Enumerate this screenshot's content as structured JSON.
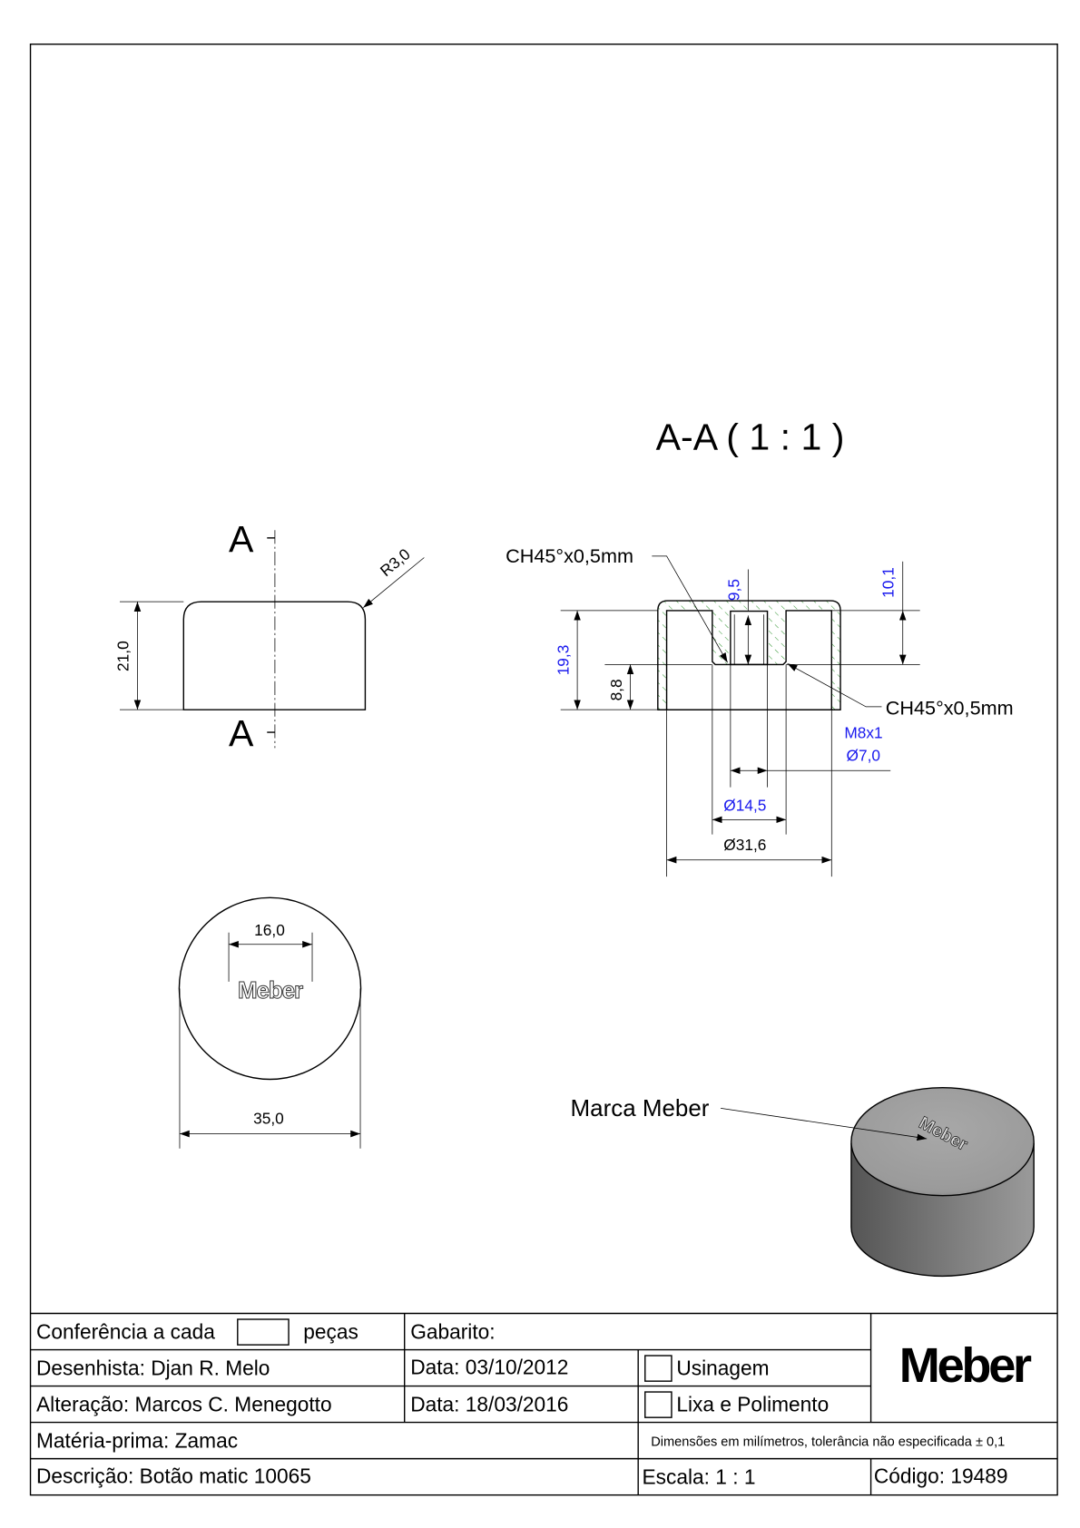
{
  "section": {
    "title": "A-A ( 1 : 1 )",
    "chamfer_top": "CH45°x0,5mm",
    "chamfer_bottom": "CH45°x0,5mm",
    "dim_9_5": "9,5",
    "dim_10_1": "10,1",
    "dim_19_3": "19,3",
    "dim_8_8": "8,8",
    "thread": "M8x1",
    "dia_7": "Ø7,0",
    "dia_14_5": "Ø14,5",
    "dia_31_6": "Ø31,6"
  },
  "front_view": {
    "section_label_top": "A",
    "section_label_bottom": "A",
    "height": "21,0",
    "radius": "R3,0"
  },
  "top_view": {
    "logo_width": "16,0",
    "diameter": "35,0",
    "engraving": "Meber"
  },
  "iso_view": {
    "callout": "Marca Meber",
    "engraving": "Meber"
  },
  "title_block": {
    "check_prefix": "Conferência a cada",
    "check_value": "",
    "check_suffix": "peças",
    "gabarito": "Gabarito:",
    "drafter": "Desenhista: Djan R. Melo",
    "date1": "Data: 03/10/2012",
    "op1": "Usinagem",
    "editor": "Alteração: Marcos C. Menegotto",
    "date2": "Data: 18/03/2016",
    "op2": "Lixa e Polimento",
    "material": "Matéria-prima: Zamac",
    "note": "Dimensões em milímetros, tolerância não especificada ± 0,1",
    "description": "Descrição: Botão matic 10065",
    "scale": "Escala: 1 : 1",
    "code": "Código: 19489",
    "logo": "Meber"
  },
  "colors": {
    "dimension_blue": "#1a1aee",
    "hatch_green": "#3a9a3a"
  }
}
